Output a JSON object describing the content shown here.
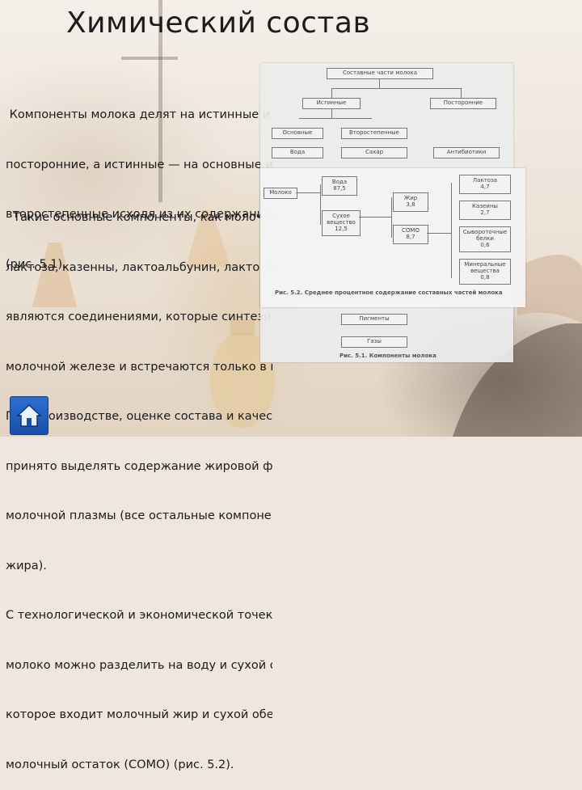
{
  "slide": {
    "title": "Химический состав",
    "paragraph1": [
      " Компоненты молока делят на истинные и",
      "посторонние, а истинные — на основные и",
      "второстепенные исходя из их содержания",
      "(рис. 5.1)."
    ],
    "paragraph2": [
      "  Такие основные компоненты, как молочный жир,",
      "лактоза, казенны, лактоальбунин, лактоглобулин,",
      "являются соединениями, которые синтезируются в",
      "молочной железе и встречаются только в молоке.",
      "При производстве, оценке состава и качества молока",
      "принято выделять содержание жировой фазы и",
      "молочной плазмы (все остальные компоненты, кроме",
      "жира).",
      "С технологической и экономической точек зрения",
      "молоко можно разделить на воду и сухой остаток, в",
      "которое входит молочный жир и сухой обезжиренный",
      "молочный остаток (СОМО) (рис. 5.2)."
    ]
  },
  "figure51": {
    "root": "Составные части молока",
    "level1": [
      "Истинные",
      "Посторонние"
    ],
    "level2": [
      "Основные",
      "Второстепенные"
    ],
    "level3": [
      "Вода",
      "Сахар",
      "Антибиотики"
    ],
    "bottom": [
      "Пигменты",
      "Газы"
    ],
    "caption": "Рис. 5.1. Компоненты молока"
  },
  "figure52": {
    "root": "Молоко",
    "water": {
      "label": "Вода",
      "value": "87,5"
    },
    "dry": {
      "label": "Сухое вещество",
      "value": "12,5"
    },
    "fat": {
      "label": "Жир",
      "value": "3,8"
    },
    "somo": {
      "label": "СОМО",
      "value": "8,7"
    },
    "right": [
      {
        "label": "Лактоза",
        "value": "4,7"
      },
      {
        "label": "Казеины",
        "value": "2,7"
      },
      {
        "label": "Сывороточные белки",
        "value": "0,6"
      },
      {
        "label": "Минеральные вещества",
        "value": "0,8"
      }
    ],
    "caption": "Рис. 5.2. Среднее процентное содержание составных частей молока"
  },
  "colors": {
    "nav_button": "#2d6fd0"
  },
  "icons": {
    "nav": "home-icon"
  }
}
